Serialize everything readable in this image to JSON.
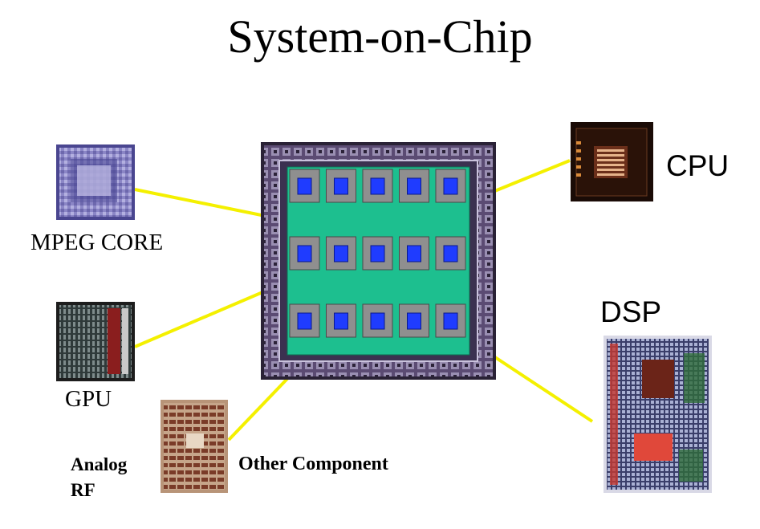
{
  "title": "System-on-Chip",
  "labels": {
    "mpeg": "MPEG CORE",
    "gpu": "GPU",
    "cpu": "CPU",
    "dsp": "DSP",
    "analog_line1": "Analog",
    "analog_line2": "RF",
    "other": "Other Component"
  },
  "colors": {
    "connector": "#f4f000",
    "chip_core": "#1dbf8f",
    "block_gray": "#8f8f8f",
    "block_blue": "#1f3cff"
  }
}
